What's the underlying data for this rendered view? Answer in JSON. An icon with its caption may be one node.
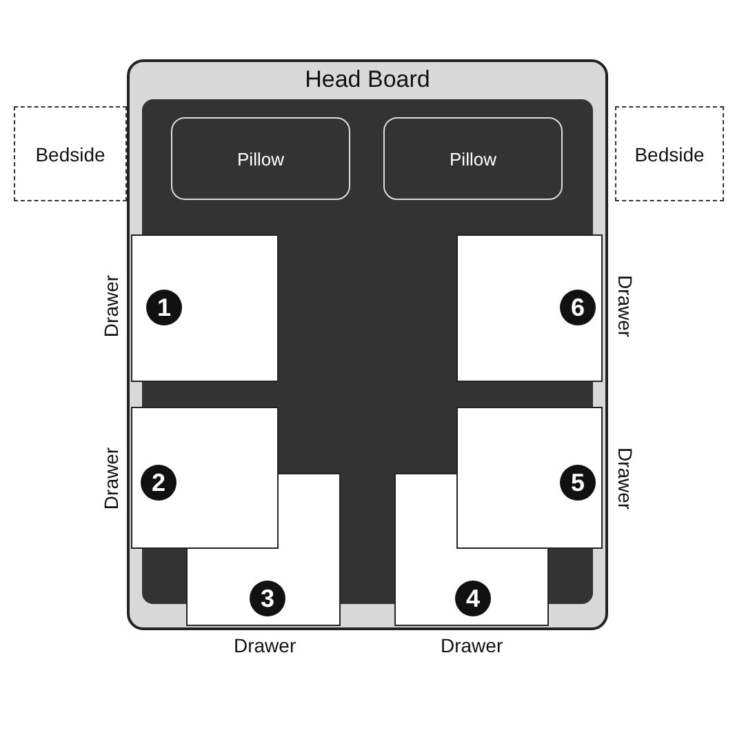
{
  "diagram": {
    "nodes": [
      {
        "text": [
          "Head Board"
        ]
      },
      {
        "text": [],
        "shape": "box",
        "in": 0
      },
      {
        "text": [
          "Pillow"
        ],
        "in": 1
      },
      {
        "text": [
          "Pillow"
        ],
        "in": 1
      },
      {
        "text": [
          "Bedside"
        ]
      },
      {
        "text": [
          "Bedside"
        ]
      },
      {
        "text": [
          "1"
        ],
        "beside": [
          "Drawer"
        ],
        "in": 0
      },
      {
        "text": [
          "2"
        ],
        "beside": [
          "Drawer"
        ],
        "in": 0
      },
      {
        "text": [
          "3"
        ],
        "beside": [
          "Drawer"
        ],
        "in": 0
      },
      {
        "text": [
          "4"
        ],
        "beside": [
          "Drawer"
        ],
        "in": 0
      },
      {
        "text": [
          "5"
        ],
        "beside": [
          "Drawer"
        ],
        "in": 0
      },
      {
        "text": [
          "6"
        ],
        "beside": [
          "Drawer"
        ],
        "in": 0
      }
    ],
    "edges": []
  }
}
